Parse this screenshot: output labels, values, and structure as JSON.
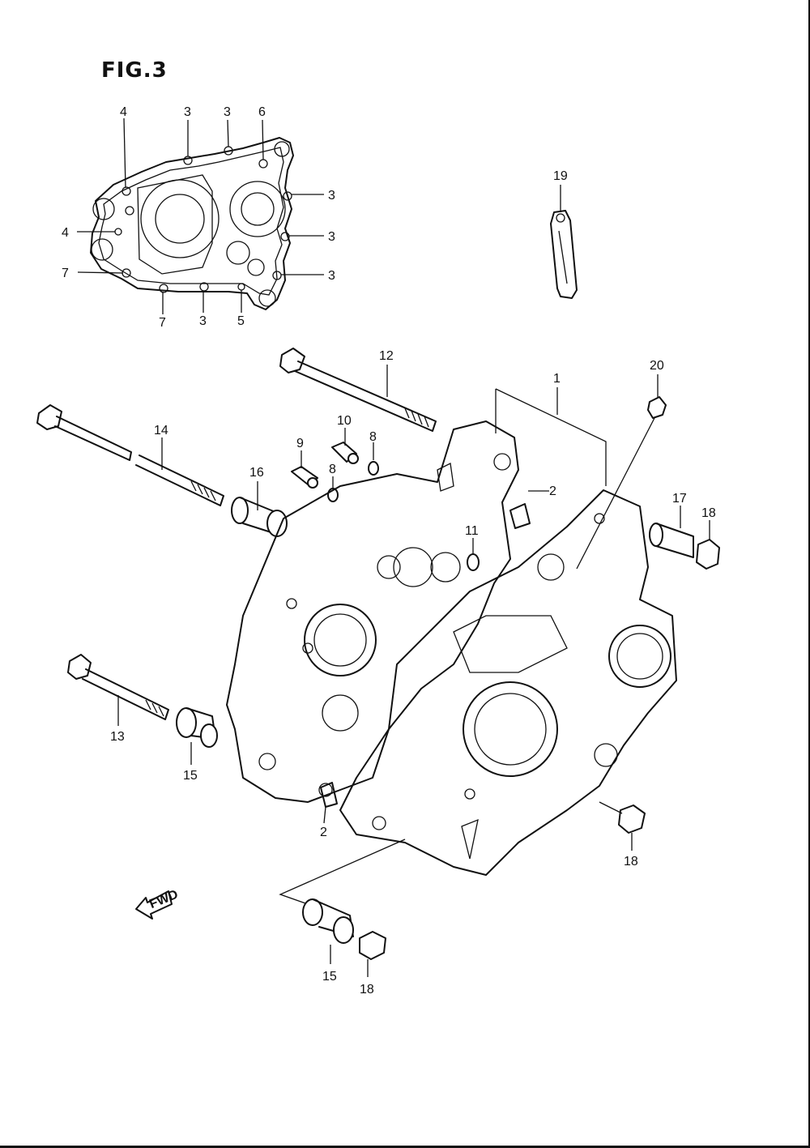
{
  "figure": {
    "title": "FIG.3",
    "fwd_label": "FWD"
  },
  "callouts": [
    {
      "id": "c4a",
      "text": "4"
    },
    {
      "id": "c3a",
      "text": "3"
    },
    {
      "id": "c3b",
      "text": "3"
    },
    {
      "id": "c6",
      "text": "6"
    },
    {
      "id": "c3c",
      "text": "3"
    },
    {
      "id": "c4b",
      "text": "4"
    },
    {
      "id": "c3d",
      "text": "3"
    },
    {
      "id": "c7a",
      "text": "7"
    },
    {
      "id": "c3e",
      "text": "3"
    },
    {
      "id": "c7b",
      "text": "7"
    },
    {
      "id": "c3f",
      "text": "3"
    },
    {
      "id": "c5",
      "text": "5"
    },
    {
      "id": "c19",
      "text": "19"
    },
    {
      "id": "c12",
      "text": "12"
    },
    {
      "id": "c1",
      "text": "1"
    },
    {
      "id": "c20",
      "text": "20"
    },
    {
      "id": "c10",
      "text": "10"
    },
    {
      "id": "c9",
      "text": "9"
    },
    {
      "id": "c8a",
      "text": "8"
    },
    {
      "id": "c8b",
      "text": "8"
    },
    {
      "id": "c14",
      "text": "14"
    },
    {
      "id": "c16",
      "text": "16"
    },
    {
      "id": "c2a",
      "text": "2"
    },
    {
      "id": "c11",
      "text": "11"
    },
    {
      "id": "c17",
      "text": "17"
    },
    {
      "id": "c18a",
      "text": "18"
    },
    {
      "id": "c13",
      "text": "13"
    },
    {
      "id": "c15a",
      "text": "15"
    },
    {
      "id": "c2b",
      "text": "2"
    },
    {
      "id": "c18b",
      "text": "18"
    },
    {
      "id": "c15b",
      "text": "15"
    },
    {
      "id": "c18c",
      "text": "18"
    }
  ]
}
